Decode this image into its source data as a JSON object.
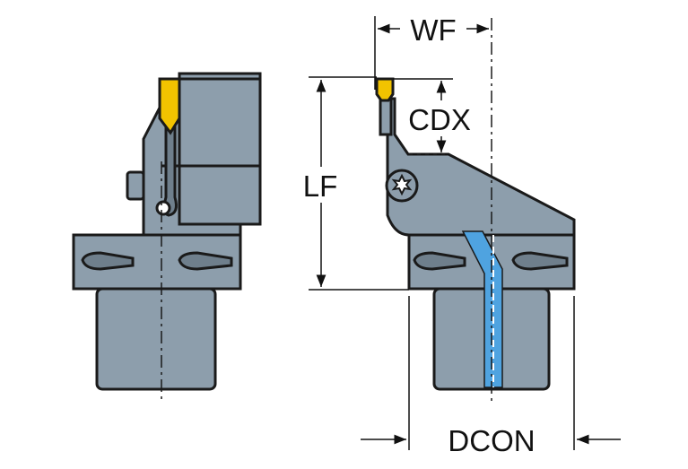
{
  "dimensions": {
    "wf": "WF",
    "cdx": "CDX",
    "lf": "LF",
    "dcon": "DCON"
  },
  "colors": {
    "body": "#8d9eac",
    "body_dark": "#6f7f8c",
    "outline": "#1a1a1a",
    "insert": "#f2c300",
    "coolant": "#4fa3e0",
    "background": "#ffffff"
  }
}
